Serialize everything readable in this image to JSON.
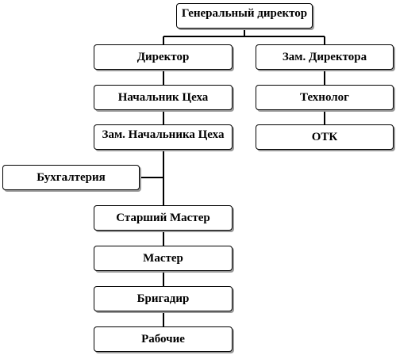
{
  "diagram": {
    "nodes": {
      "general_director": "Генеральный директор",
      "director": "Директор",
      "deputy_director": "Зам. Директора",
      "shop_head": "Начальник Цеха",
      "technologist": "Технолог",
      "deputy_shop_head": "Зам. Начальника Цеха",
      "qc_department": "ОТК",
      "accounting": "Бухгалтерия",
      "senior_master": "Старший Мастер",
      "master": "Мастер",
      "foreman": "Бригадир",
      "workers": "Рабочие"
    },
    "line_color": "#000000",
    "box_border_color": "#000000",
    "box_shadow_color": "#9a9a9a"
  }
}
